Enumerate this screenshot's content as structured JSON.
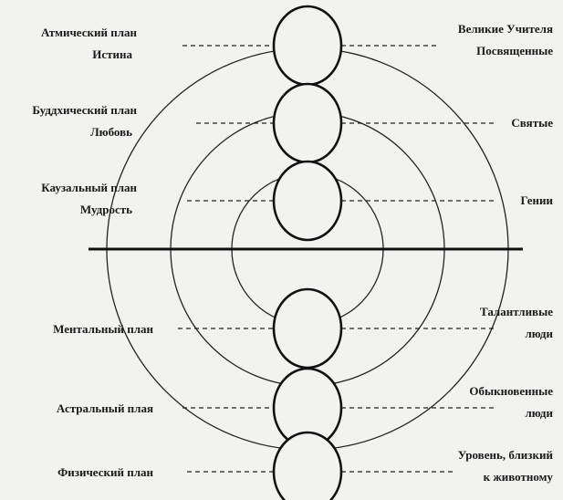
{
  "levels": [
    {
      "plane": [
        "Атмический план",
        "Истина"
      ],
      "people": [
        "Великие Учителя",
        "Посвященные"
      ]
    },
    {
      "plane": [
        "Буддхический план",
        "Любовь"
      ],
      "people": [
        "Святые"
      ]
    },
    {
      "plane": [
        "Каузальный план",
        "Мудрость"
      ],
      "people": [
        "Гении"
      ]
    },
    {
      "plane": [
        "Ментальный план"
      ],
      "people": [
        "Талантливые",
        "люди"
      ]
    },
    {
      "plane": [
        "Астральный плая"
      ],
      "people": [
        "Обыкновенные",
        "люди"
      ]
    },
    {
      "plane": [
        "Физический план"
      ],
      "people": [
        "Уровень, близкий",
        "к животному"
      ]
    }
  ]
}
